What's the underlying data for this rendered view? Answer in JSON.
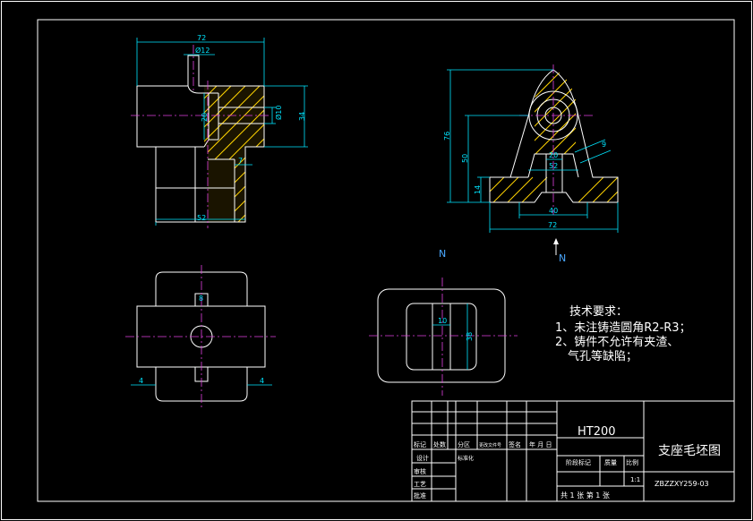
{
  "views": {
    "front": {
      "dims": [
        "72",
        "Ø12",
        "20",
        "Ø10",
        "34",
        "7",
        "52"
      ]
    },
    "side": {
      "dims": [
        "76",
        "50",
        "14",
        "20",
        "52",
        "40",
        "72",
        "9"
      ],
      "view_label": "N"
    },
    "top": {
      "dims": [
        "8",
        "4",
        "4"
      ]
    },
    "bottom": {
      "dims": [
        "10",
        "38"
      ],
      "view_label": "N"
    }
  },
  "notes": {
    "heading": "技术要求：",
    "line1": "1、未注铸造圆角R2-R3；",
    "line2": "2、铸件不允许有夹渣、",
    "line3": "气孔等缺陷；"
  },
  "title_block": {
    "material": "HT200",
    "part_name": "支座毛坯图",
    "drawing_no": "ZBZZXY259-03",
    "scale": "1:1",
    "sheets": "共 1 张  第 1 张",
    "labels": {
      "mark": "标记",
      "count": "处数",
      "zone": "分区",
      "doc_no": "更改文件号",
      "sign": "签名",
      "date": "年 月 日",
      "design": "设计",
      "standard": "标准化",
      "stage_mark": "阶段标记",
      "weight": "质量",
      "scale": "比例",
      "check": "审核",
      "process": "工艺",
      "approve": "批准"
    }
  },
  "colors": {
    "background": "#000000",
    "outline": "#ffffff",
    "dimension": "#00e5ff",
    "centerline": "#e040e0",
    "hatch": "#ffd400",
    "frame": "#3cdc3c"
  }
}
